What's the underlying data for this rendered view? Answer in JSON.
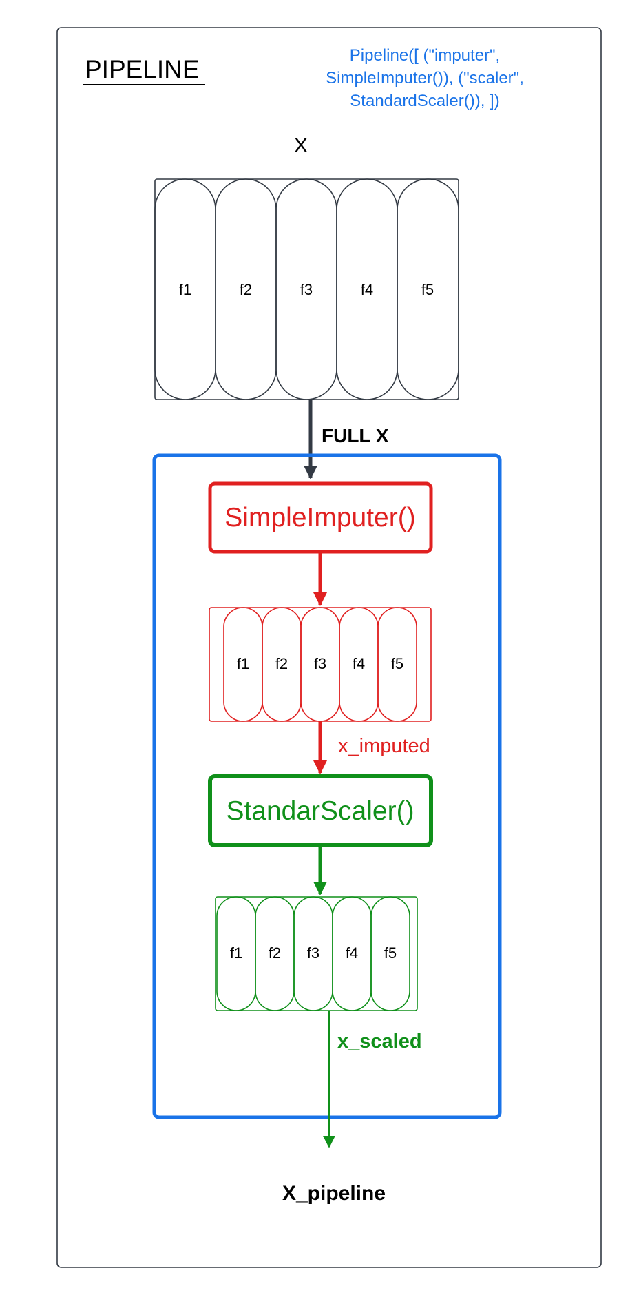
{
  "title": "PIPELINE",
  "code": {
    "lines": [
      "Pipeline([ (\"imputer\",",
      "SimpleImputer()), (\"scaler\",",
      "StandardScaler()), ])"
    ]
  },
  "input": {
    "label": "X",
    "features": [
      "f1",
      "f2",
      "f3",
      "f4",
      "f5"
    ]
  },
  "edge_full": "FULL X",
  "imputer": {
    "label": "SimpleImputer()",
    "features": [
      "f1",
      "f2",
      "f3",
      "f4",
      "f5"
    ],
    "output_label": "x_imputed"
  },
  "scaler": {
    "label": "StandarScaler()",
    "features": [
      "f1",
      "f2",
      "f3",
      "f4",
      "f5"
    ],
    "output_label": "x_scaled"
  },
  "output": {
    "label": "X_pipeline"
  },
  "colors": {
    "frame": "#333a44",
    "blue": "#1a73e8",
    "code": "#1a73e8",
    "red": "#e02020",
    "green": "#10901a",
    "dark": "#333a44",
    "text": "#000000"
  }
}
